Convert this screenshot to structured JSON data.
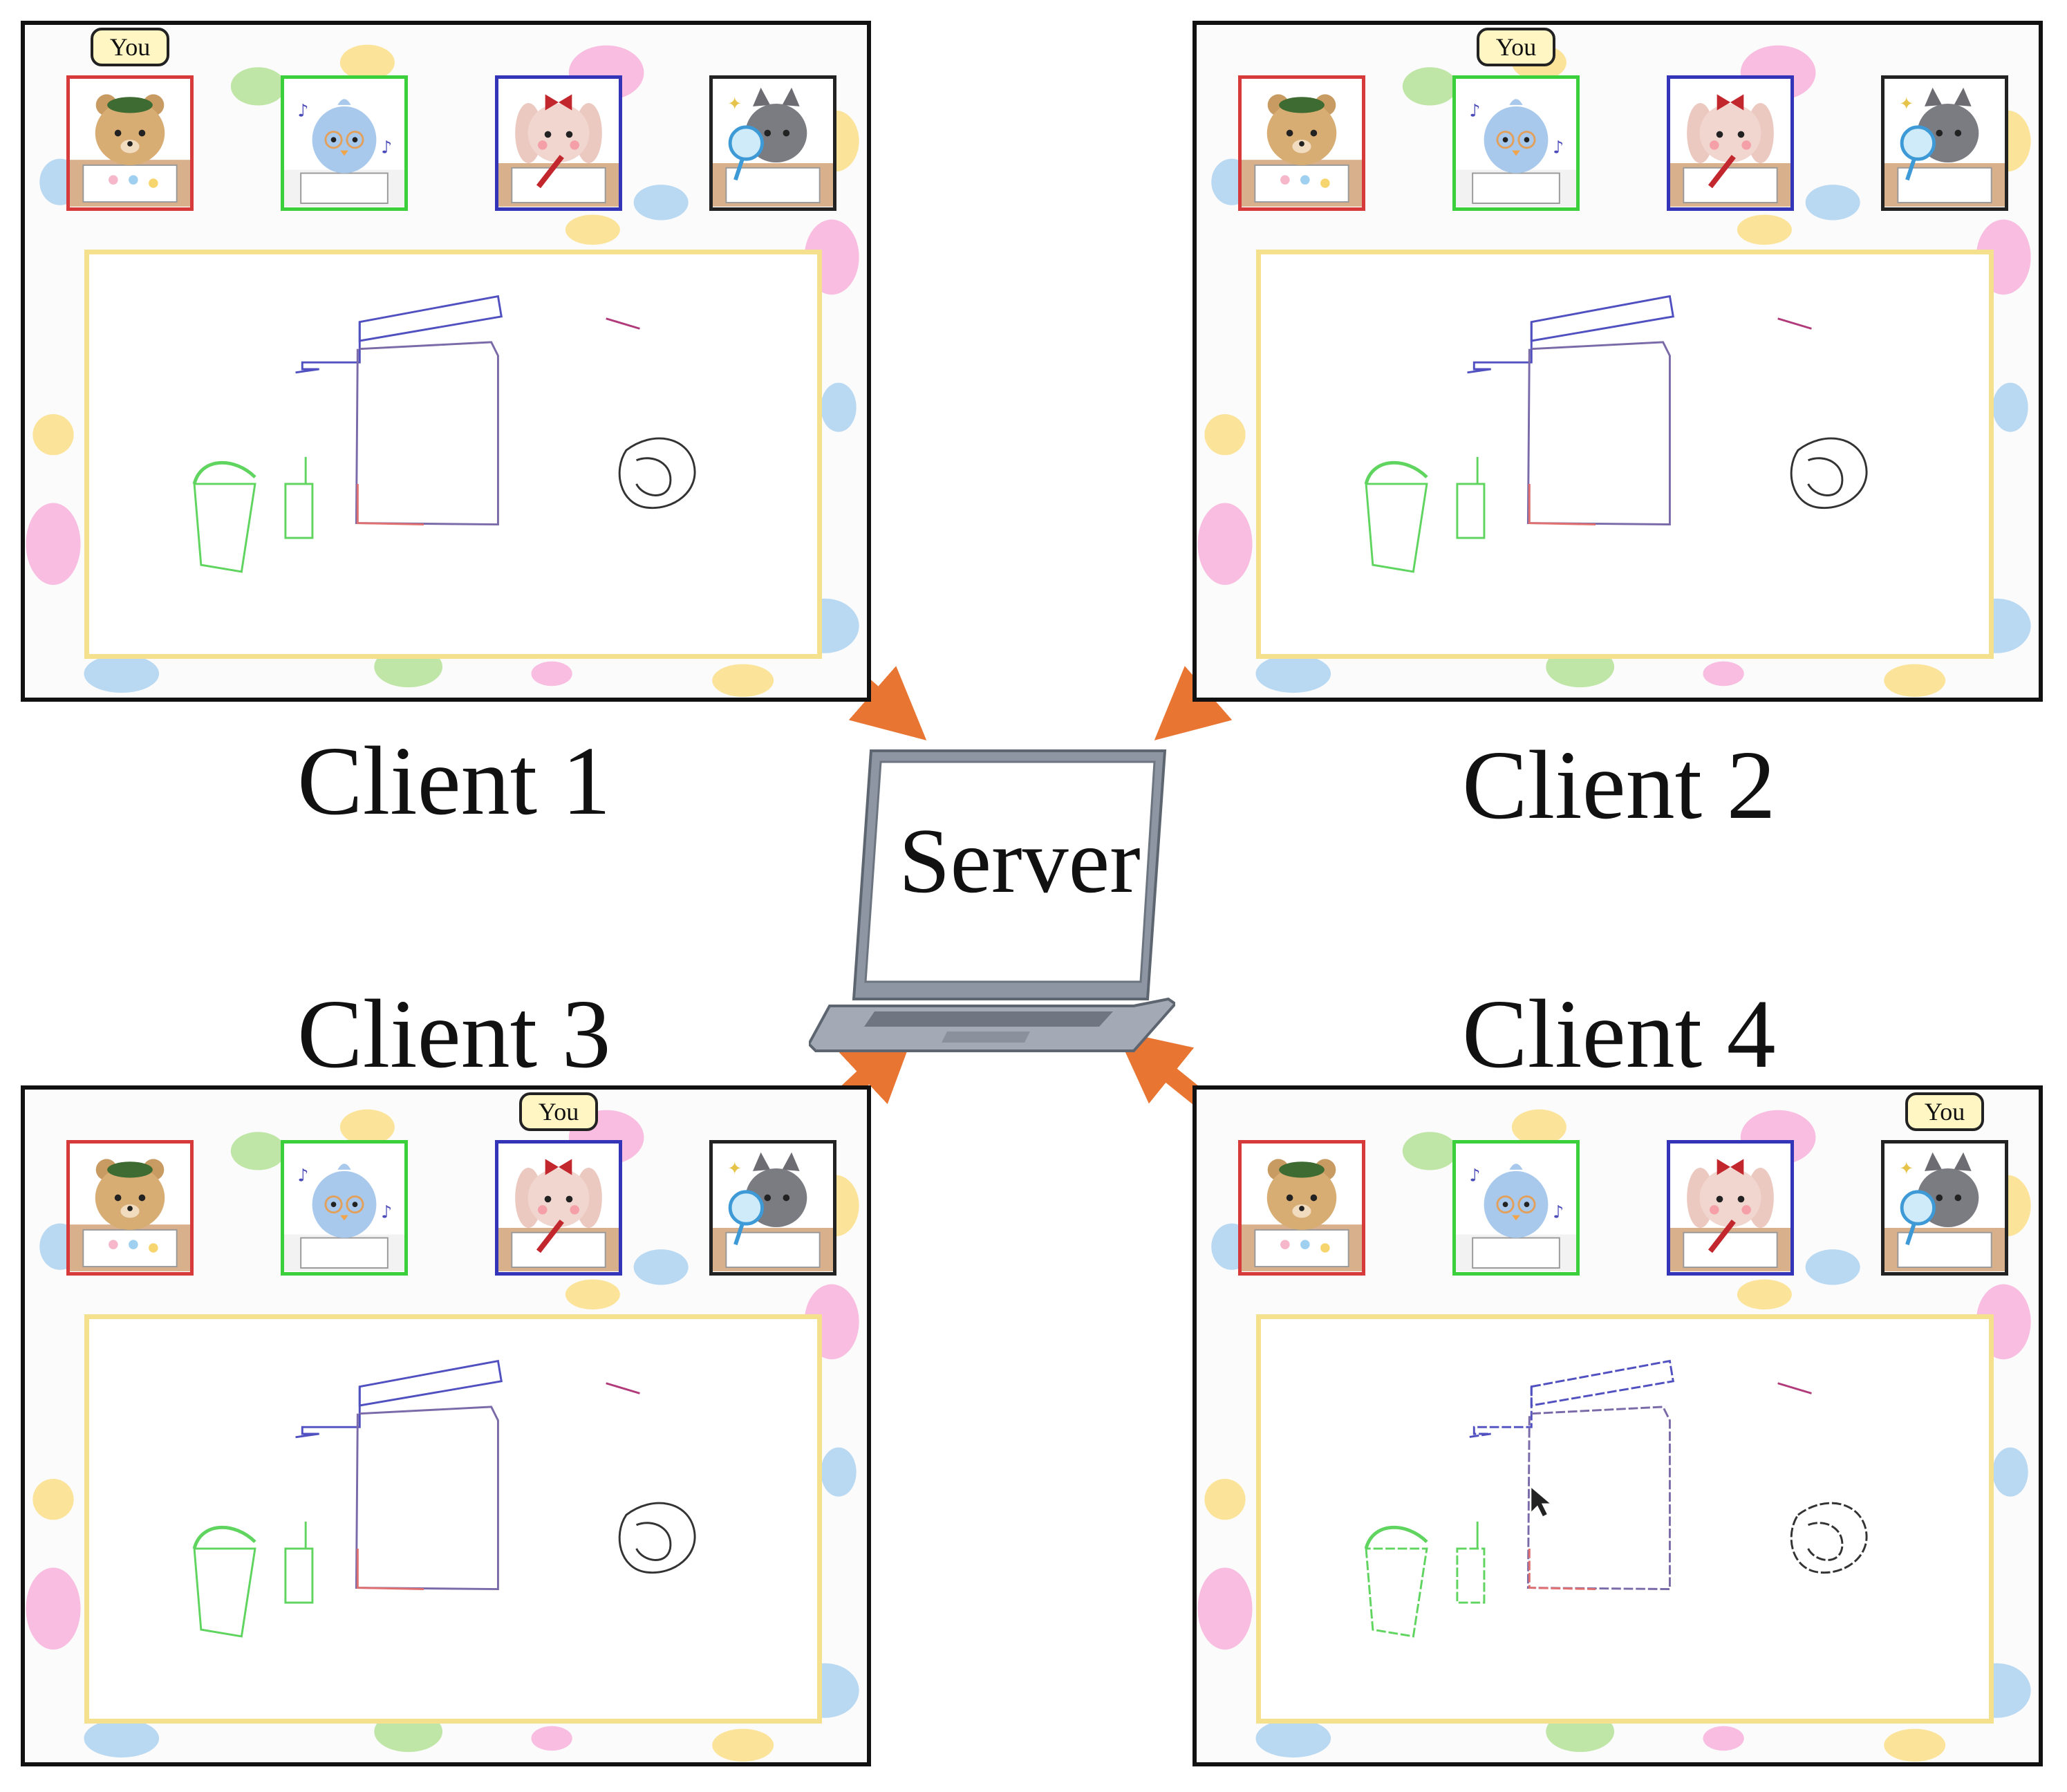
{
  "server": {
    "label": "Server"
  },
  "you_label": "You",
  "colors": {
    "arrow": "#e87532",
    "canvas_border": "#f5e08e",
    "window_border": "#111111"
  },
  "avatars": [
    {
      "name": "bear",
      "icon": "bear-avatar-icon",
      "frame_color": "#d63a3a"
    },
    {
      "name": "bird",
      "icon": "bird-avatar-icon",
      "frame_color": "#3ccf3c"
    },
    {
      "name": "bunny",
      "icon": "bunny-avatar-icon",
      "frame_color": "#3434b8"
    },
    {
      "name": "cat",
      "icon": "cat-avatar-icon",
      "frame_color": "#222222"
    }
  ],
  "clients": [
    {
      "label": "Client 1",
      "you_index": 0
    },
    {
      "label": "Client 2",
      "you_index": 1
    },
    {
      "label": "Client 3",
      "you_index": 2
    },
    {
      "label": "Client 4",
      "you_index": 3
    }
  ]
}
